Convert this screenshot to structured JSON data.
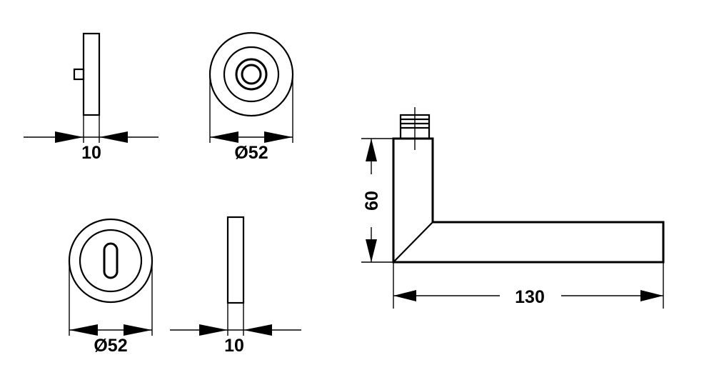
{
  "dimensions": {
    "rose_side_thickness": "10",
    "rose_diameter": "Ø52",
    "escutcheon_diameter": "Ø52",
    "escutcheon_side_thickness": "10",
    "lever_height": "60",
    "lever_length": "130"
  },
  "colors": {
    "ink": "#000000",
    "background": "#ffffff"
  }
}
